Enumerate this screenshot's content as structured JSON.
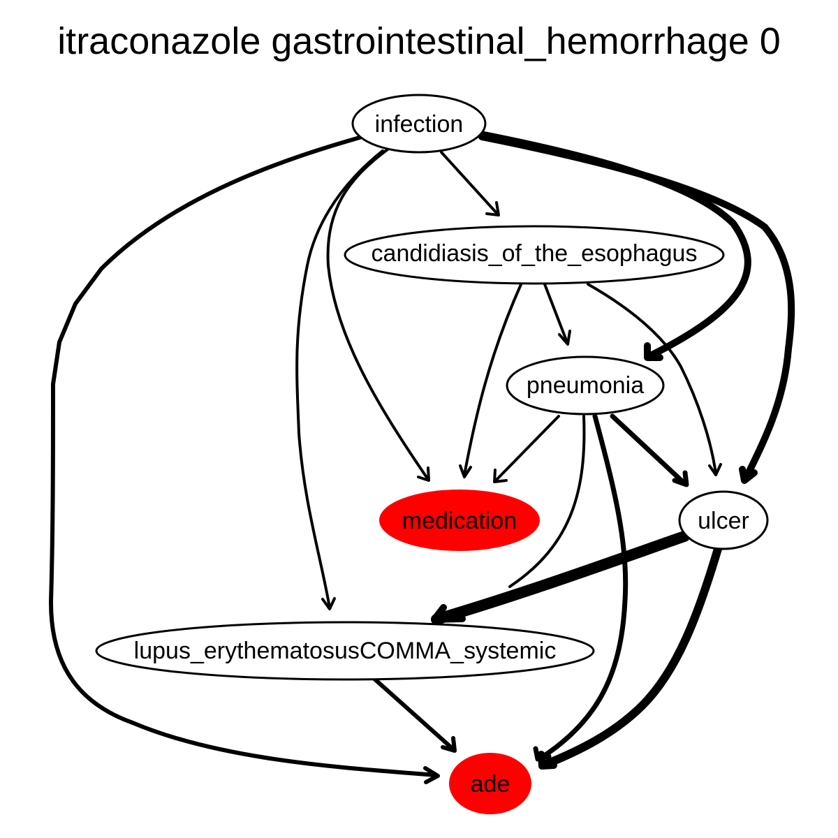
{
  "title": "itraconazole gastrointestinal_hemorrhage 0",
  "nodes": {
    "infection": {
      "label": "infection",
      "fill": "#ffffff"
    },
    "candidiasis": {
      "label": "candidiasis_of_the_esophagus",
      "fill": "#ffffff"
    },
    "pneumonia": {
      "label": "pneumonia",
      "fill": "#ffffff"
    },
    "medication": {
      "label": "medication",
      "fill": "#ff0000"
    },
    "ulcer": {
      "label": "ulcer",
      "fill": "#ffffff"
    },
    "lupus": {
      "label": "lupus_erythematosusCOMMA_systemic",
      "fill": "#ffffff"
    },
    "ade": {
      "label": "ade",
      "fill": "#ff0000"
    }
  },
  "edges": [
    {
      "from": "infection",
      "to": "candidiasis"
    },
    {
      "from": "infection",
      "to": "pneumonia"
    },
    {
      "from": "infection",
      "to": "ulcer"
    },
    {
      "from": "infection",
      "to": "medication"
    },
    {
      "from": "infection",
      "to": "lupus"
    },
    {
      "from": "infection",
      "to": "ade"
    },
    {
      "from": "candidiasis",
      "to": "pneumonia"
    },
    {
      "from": "candidiasis",
      "to": "medication"
    },
    {
      "from": "candidiasis",
      "to": "ulcer"
    },
    {
      "from": "pneumonia",
      "to": "medication"
    },
    {
      "from": "pneumonia",
      "to": "ulcer"
    },
    {
      "from": "pneumonia",
      "to": "lupus"
    },
    {
      "from": "pneumonia",
      "to": "ade"
    },
    {
      "from": "ulcer",
      "to": "lupus"
    },
    {
      "from": "ulcer",
      "to": "ade"
    },
    {
      "from": "lupus",
      "to": "ade"
    }
  ]
}
